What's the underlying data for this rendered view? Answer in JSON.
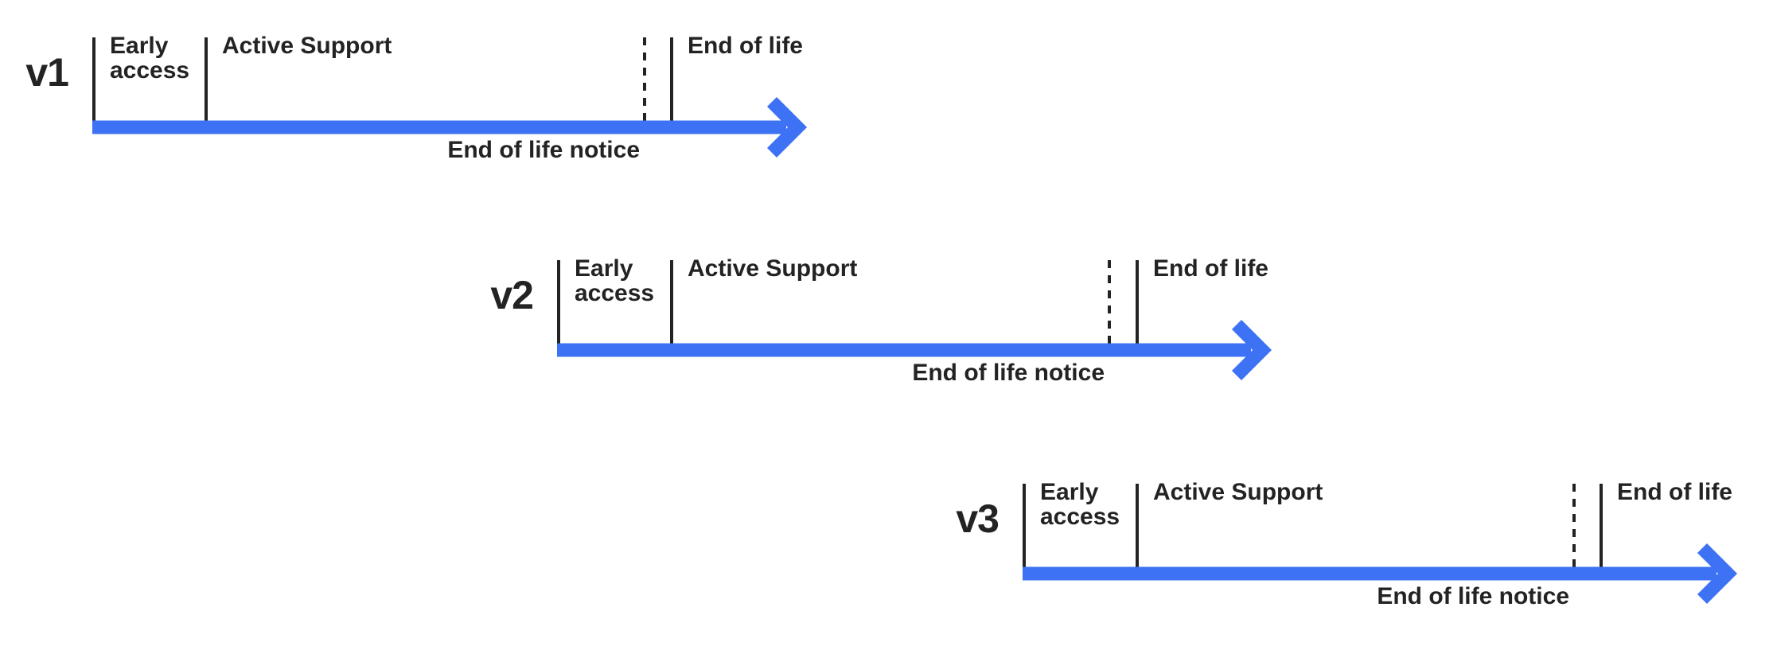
{
  "diagram": {
    "background": "#ffffff",
    "accent_blue": "#3D72F5",
    "line_color": "#232323",
    "rows": [
      {
        "version": "v1",
        "labels": {
          "early_access": "Early access",
          "active_support": "Active Support",
          "end_of_life": "End of life",
          "end_of_life_notice": "End of life notice"
        }
      },
      {
        "version": "v2",
        "labels": {
          "early_access": "Early access",
          "active_support": "Active Support",
          "end_of_life": "End of life",
          "end_of_life_notice": "End of life notice"
        }
      },
      {
        "version": "v3",
        "labels": {
          "early_access": "Early access",
          "active_support": "Active Support",
          "end_of_life": "End of life",
          "end_of_life_notice": "End of life notice"
        }
      }
    ]
  }
}
